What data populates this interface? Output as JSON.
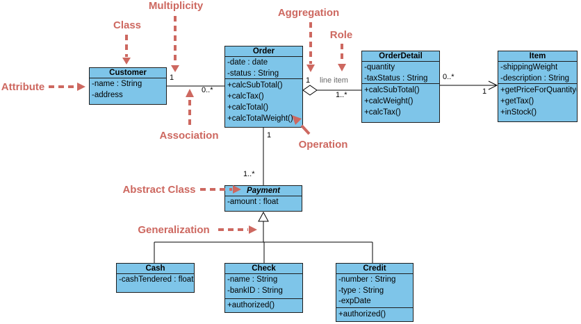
{
  "colors": {
    "class_fill": "#7EC5E9",
    "class_border": "#1C1C1C",
    "annotation_red": "#CD6860",
    "connector_black": "#000000",
    "role_gray": "#6A6A6A",
    "background": "#FFFFFF"
  },
  "classes": [
    {
      "name": "Customer",
      "attributes": [
        "-name : String",
        "-address"
      ],
      "operations": []
    },
    {
      "name": "Order",
      "attributes": [
        "-date : date",
        "-status : String"
      ],
      "operations": [
        "+calcSubTotal()",
        "+calcTax()",
        "+calcTotal()",
        "+calcTotalWeight()"
      ]
    },
    {
      "name": "OrderDetail",
      "attributes": [
        "-quantity",
        "-taxStatus : String"
      ],
      "operations": [
        "+calcSubTotal()",
        "+calcWeight()",
        "+calcTax()"
      ]
    },
    {
      "name": "Item",
      "attributes": [
        "-shippingWeight",
        "-description : String"
      ],
      "operations": [
        "+getPriceForQuantity()",
        "+getTax()",
        "+inStock()"
      ]
    },
    {
      "name": "Payment",
      "stereotype": "abstract",
      "attributes": [
        "-amount : float"
      ],
      "operations": []
    },
    {
      "name": "Cash",
      "attributes": [
        "-cashTendered : float"
      ],
      "operations": []
    },
    {
      "name": "Check",
      "attributes": [
        "-name : String",
        "-bankID : String"
      ],
      "operations": [
        "+authorized()"
      ]
    },
    {
      "name": "Credit",
      "attributes": [
        "-number : String",
        "-type : String",
        "-expDate"
      ],
      "operations": [
        "+authorized()"
      ]
    }
  ],
  "edge_labels": {
    "customer_order": {
      "source_mult": "1",
      "target_mult": "0..*"
    },
    "order_orderdetail": {
      "source_mult": "1",
      "role": "line item",
      "target_mult": "1..*"
    },
    "orderdetail_item": {
      "source_mult": "0..*",
      "target_mult": "1"
    },
    "order_payment": {
      "source_mult": "1",
      "target_mult": "1..*"
    }
  },
  "annotations": {
    "multiplicity": "Multiplicity",
    "class_label": "Class",
    "aggregation": "Aggregation",
    "role": "Role",
    "attribute": "Attribute",
    "association": "Association",
    "operation": "Operation",
    "abstract_class": "Abstract Class",
    "generalization": "Generalization"
  }
}
